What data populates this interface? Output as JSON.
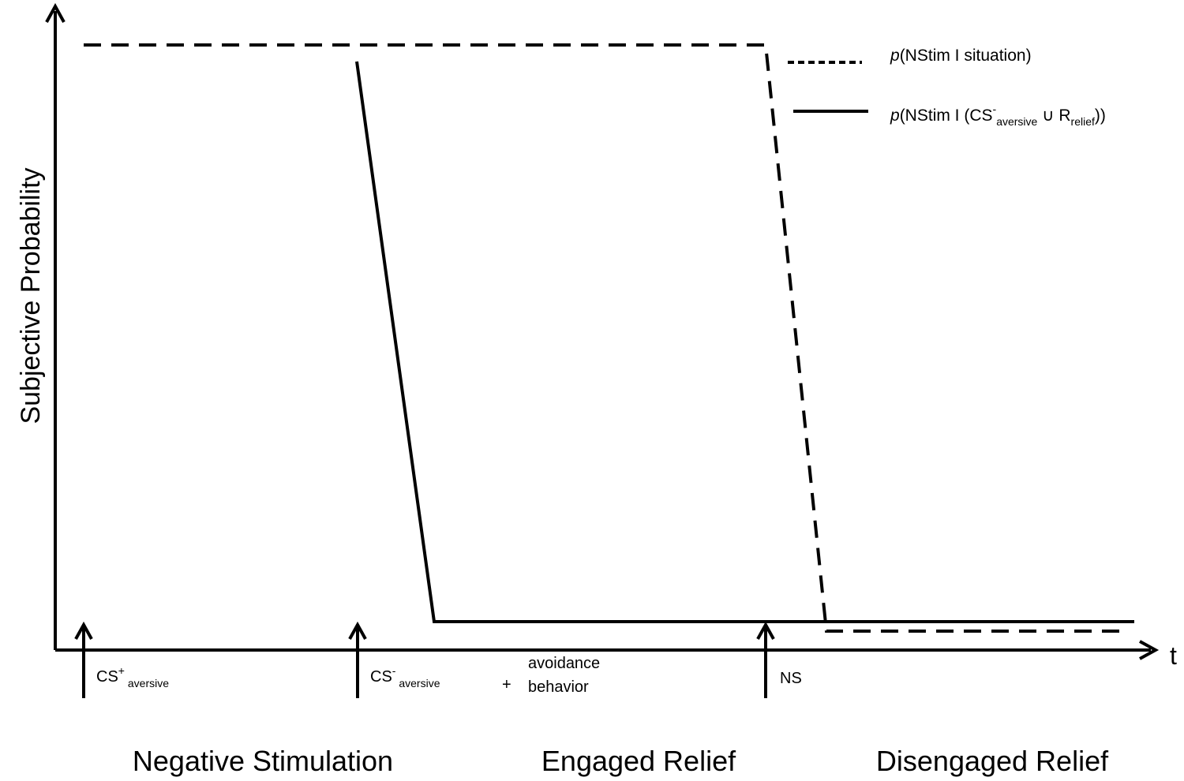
{
  "axes": {
    "y_label": "Subjective Probability",
    "x_label": "t"
  },
  "legend": [
    {
      "style": "dashed",
      "prob": "p",
      "open": "(NStim I situation)"
    },
    {
      "style": "solid",
      "prob": "p",
      "open": "(NStim I (CS",
      "sup": "-",
      "sub1": "aversive",
      "union": " ∪ R",
      "sub2": "relief",
      "close": "))"
    }
  ],
  "events": {
    "cs_plus": {
      "main": "CS",
      "sup": "+",
      "sub": " aversive"
    },
    "cs_minus": {
      "main": "CS",
      "sup": "-",
      "sub": " aversive"
    },
    "plus_sign": "+",
    "avoidance_line1": "avoidance",
    "avoidance_line2": "behavior",
    "ns": "NS"
  },
  "phases": {
    "negative": "Negative Stimulation",
    "engaged": "Engaged Relief",
    "disengaged": "Disengaged Relief"
  },
  "colors": {
    "ink": "#000000",
    "background": "#ffffff"
  }
}
